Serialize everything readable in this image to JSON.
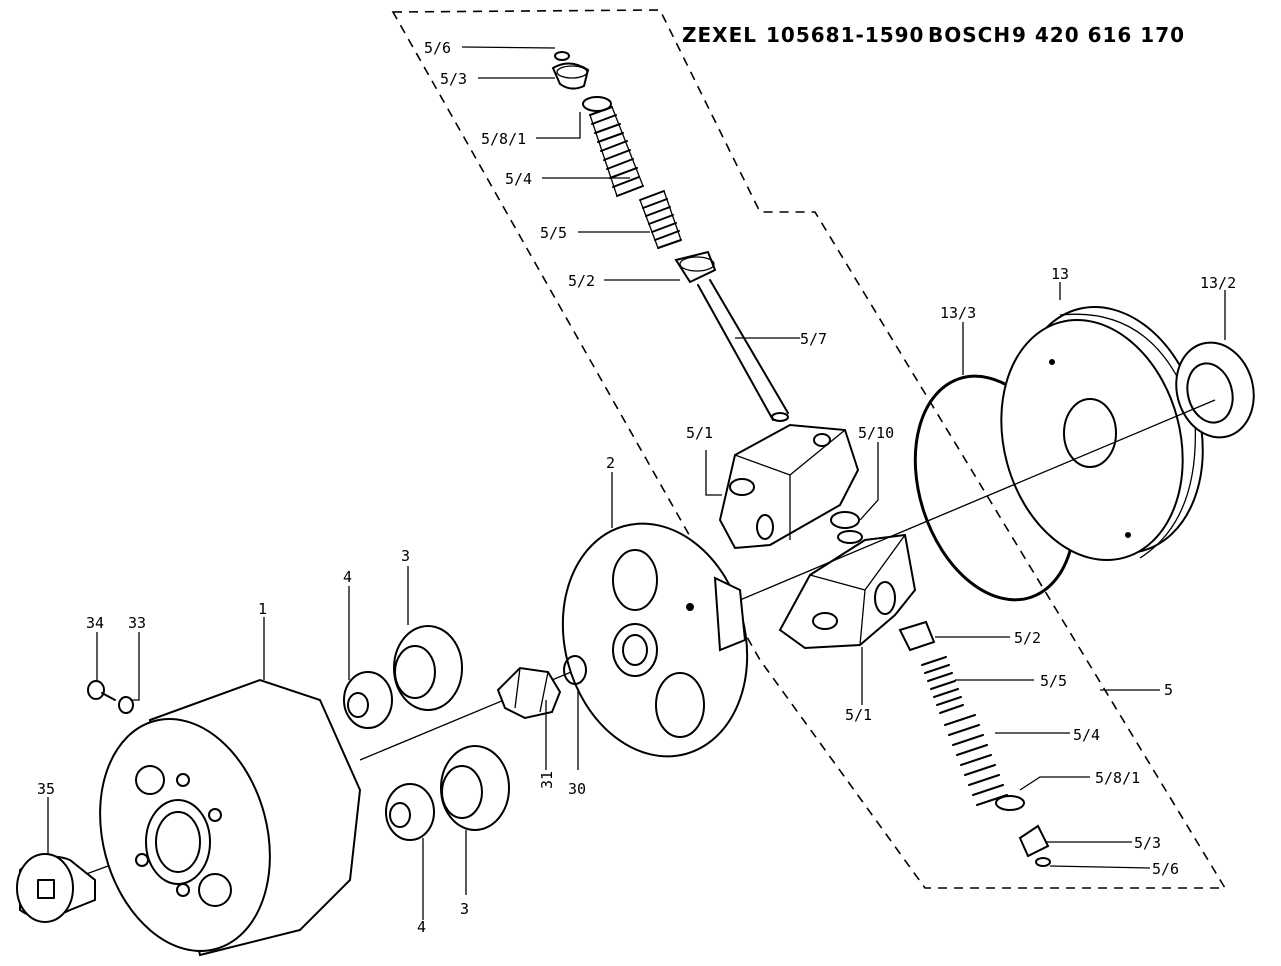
{
  "header": {
    "brand1": "ZEXEL",
    "part1": "105681-1590",
    "brand2": "BOSCH",
    "part2": "9 420 616 170"
  },
  "labels": {
    "l_56_top": "5/6",
    "l_53_top": "5/3",
    "l_581_top": "5/8/1",
    "l_54_top": "5/4",
    "l_55_top": "5/5",
    "l_52_top": "5/2",
    "l_57": "5/7",
    "l_51_top": "5/1",
    "l_510": "5/10",
    "l_13": "13",
    "l_132": "13/2",
    "l_133": "13/3",
    "l_2": "2",
    "l_1": "1",
    "l_3_top": "3",
    "l_4_top": "4",
    "l_34": "34",
    "l_33": "33",
    "l_35": "35",
    "l_31": "31",
    "l_30": "30",
    "l_4_bot": "4",
    "l_3_bot": "3",
    "l_51_bot": "5/1",
    "l_52_bot": "5/2",
    "l_55_bot": "5/5",
    "l_5": "5",
    "l_54_bot": "5/4",
    "l_581_bot": "5/8/1",
    "l_53_bot": "5/3",
    "l_56_bot": "5/6"
  }
}
